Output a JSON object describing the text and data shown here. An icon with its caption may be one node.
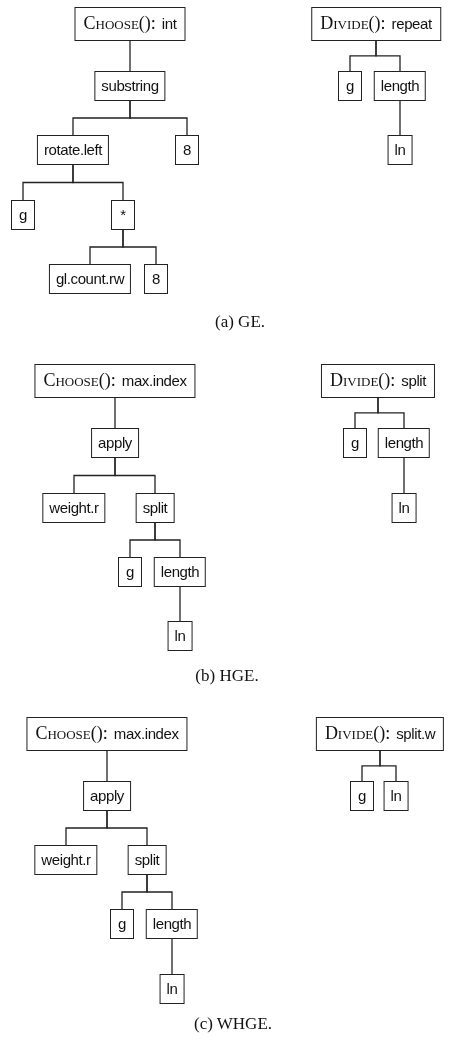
{
  "diagram": {
    "nodes": [
      {
        "text": [
          "Choose():",
          "int"
        ]
      },
      {
        "text": [
          "Divide():",
          "repeat"
        ]
      },
      {
        "text": [
          "substring"
        ]
      },
      {
        "text": [
          "g"
        ]
      },
      {
        "text": [
          "length"
        ]
      },
      {
        "text": [
          "rotate.left"
        ]
      },
      {
        "text": [
          "8"
        ]
      },
      {
        "text": [
          "ln"
        ]
      },
      {
        "text": [
          "g"
        ]
      },
      {
        "text": [
          "*"
        ]
      },
      {
        "text": [
          "gl.count.rw"
        ]
      },
      {
        "text": [
          "8"
        ]
      },
      {
        "text": [
          "Choose():",
          "max.index"
        ]
      },
      {
        "text": [
          "Divide():",
          "split"
        ]
      },
      {
        "text": [
          "apply"
        ]
      },
      {
        "text": [
          "g"
        ]
      },
      {
        "text": [
          "length"
        ]
      },
      {
        "text": [
          "weight.r"
        ]
      },
      {
        "text": [
          "split"
        ]
      },
      {
        "text": [
          "ln"
        ]
      },
      {
        "text": [
          "g"
        ]
      },
      {
        "text": [
          "length"
        ]
      },
      {
        "text": [
          "ln"
        ]
      },
      {
        "text": [
          "Choose():",
          "max.index"
        ]
      },
      {
        "text": [
          "Divide():",
          "split.w"
        ]
      },
      {
        "text": [
          "apply"
        ]
      },
      {
        "text": [
          "g"
        ]
      },
      {
        "text": [
          "ln"
        ]
      },
      {
        "text": [
          "weight.r"
        ]
      },
      {
        "text": [
          "split"
        ]
      },
      {
        "text": [
          "g"
        ]
      },
      {
        "text": [
          "length"
        ]
      },
      {
        "text": [
          "ln"
        ]
      }
    ],
    "edges": [
      {
        "from": 0,
        "to": 2,
        "arrow": "none"
      },
      {
        "from": 2,
        "to": 5,
        "arrow": "none"
      },
      {
        "from": 2,
        "to": 6,
        "arrow": "none"
      },
      {
        "from": 5,
        "to": 8,
        "arrow": "none"
      },
      {
        "from": 5,
        "to": 9,
        "arrow": "none"
      },
      {
        "from": 9,
        "to": 10,
        "arrow": "none"
      },
      {
        "from": 9,
        "to": 11,
        "arrow": "none"
      },
      {
        "from": 1,
        "to": 3,
        "arrow": "none"
      },
      {
        "from": 1,
        "to": 4,
        "arrow": "none"
      },
      {
        "from": 4,
        "to": 7,
        "arrow": "none"
      },
      {
        "from": 12,
        "to": 14,
        "arrow": "none"
      },
      {
        "from": 14,
        "to": 17,
        "arrow": "none"
      },
      {
        "from": 14,
        "to": 18,
        "arrow": "none"
      },
      {
        "from": 18,
        "to": 20,
        "arrow": "none"
      },
      {
        "from": 18,
        "to": 21,
        "arrow": "none"
      },
      {
        "from": 21,
        "to": 22,
        "arrow": "none"
      },
      {
        "from": 13,
        "to": 15,
        "arrow": "none"
      },
      {
        "from": 13,
        "to": 16,
        "arrow": "none"
      },
      {
        "from": 16,
        "to": 19,
        "arrow": "none"
      },
      {
        "from": 23,
        "to": 25,
        "arrow": "none"
      },
      {
        "from": 25,
        "to": 28,
        "arrow": "none"
      },
      {
        "from": 25,
        "to": 29,
        "arrow": "none"
      },
      {
        "from": 29,
        "to": 30,
        "arrow": "none"
      },
      {
        "from": 29,
        "to": 31,
        "arrow": "none"
      },
      {
        "from": 31,
        "to": 32,
        "arrow": "none"
      },
      {
        "from": 24,
        "to": 26,
        "arrow": "none"
      },
      {
        "from": 24,
        "to": 27,
        "arrow": "none"
      }
    ],
    "labels": [
      "(a) GE.",
      "(b) HGE.",
      "(c) WHGE."
    ]
  }
}
